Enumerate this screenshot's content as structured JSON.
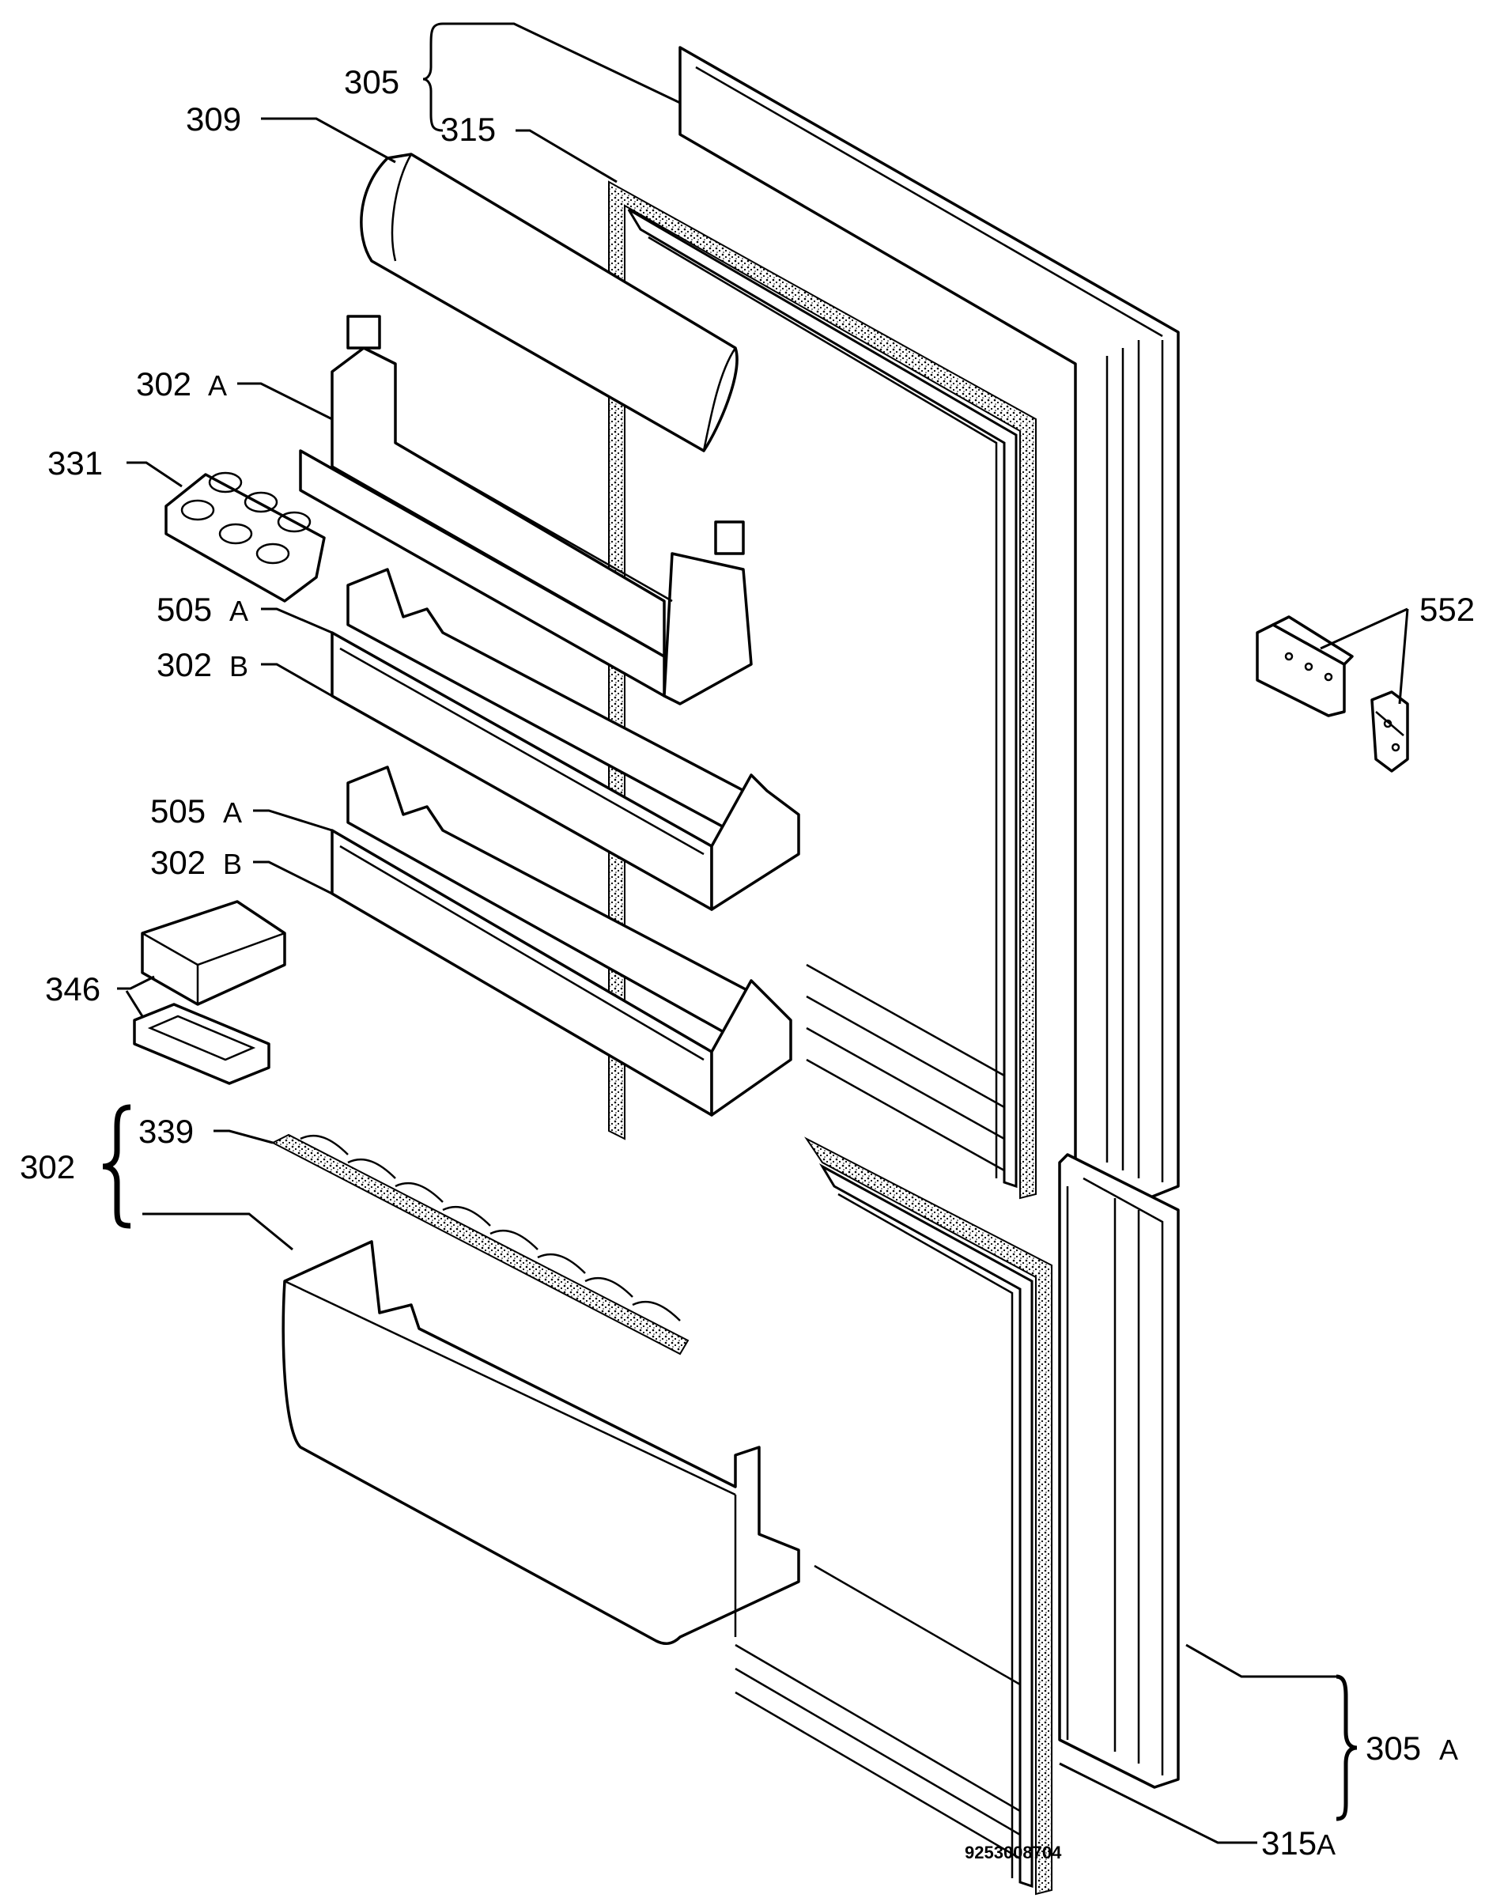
{
  "labels": {
    "p305": "305",
    "p315": "315",
    "p309": "309",
    "p302a": "302",
    "p302a_suffix": "A",
    "p331": "331",
    "p505a_1": "505",
    "p505a_1_suffix": "A",
    "p302b_1": "302",
    "p302b_1_suffix": "B",
    "p505a_2": "505",
    "p505a_2_suffix": "A",
    "p302b_2": "302",
    "p302b_2_suffix": "B",
    "p346": "346",
    "p302": "302",
    "p339": "339",
    "p552": "552",
    "p305a": "305",
    "p305a_suffix": "A",
    "p315a": "315",
    "p315a_suffix": "A"
  },
  "doc_number": "9253008704"
}
